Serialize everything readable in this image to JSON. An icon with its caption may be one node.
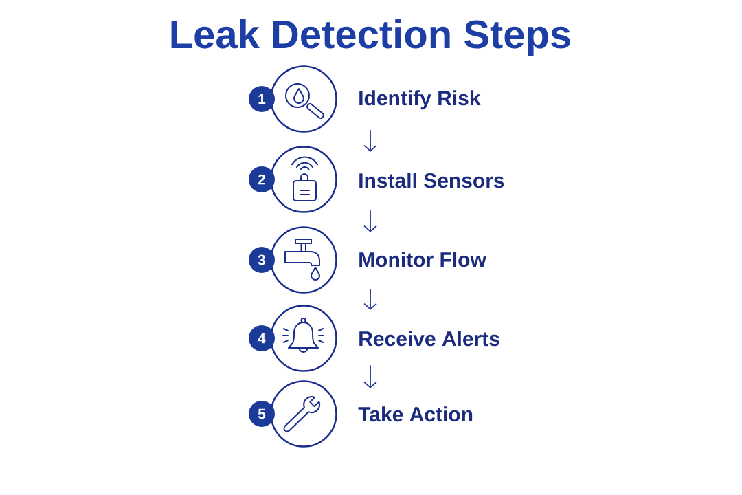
{
  "diagram": {
    "title": "Leak Detection Steps",
    "nodes": [
      {
        "text": [
          "1"
        ]
      },
      {
        "text": [],
        "shape": "circle"
      },
      {
        "text": [
          "Identify Risk"
        ]
      },
      {
        "text": [
          "2"
        ]
      },
      {
        "text": [],
        "shape": "circle"
      },
      {
        "text": [
          "Install Sensors"
        ]
      },
      {
        "text": [
          "3"
        ]
      },
      {
        "text": [],
        "shape": "circle"
      },
      {
        "text": [
          "Monitor Flow"
        ]
      },
      {
        "text": [
          "4"
        ]
      },
      {
        "text": [],
        "shape": "circle"
      },
      {
        "text": [
          "Receive Alerts"
        ]
      },
      {
        "text": [
          "5"
        ]
      },
      {
        "text": [],
        "shape": "circle"
      },
      {
        "text": [
          "Take Action"
        ]
      }
    ],
    "edges": [
      {
        "from": 2,
        "to": 5,
        "arrow": "to"
      },
      {
        "from": 5,
        "to": 8,
        "arrow": "to"
      },
      {
        "from": 8,
        "to": 11,
        "arrow": "to"
      },
      {
        "from": 11,
        "to": 14,
        "arrow": "to"
      }
    ]
  }
}
